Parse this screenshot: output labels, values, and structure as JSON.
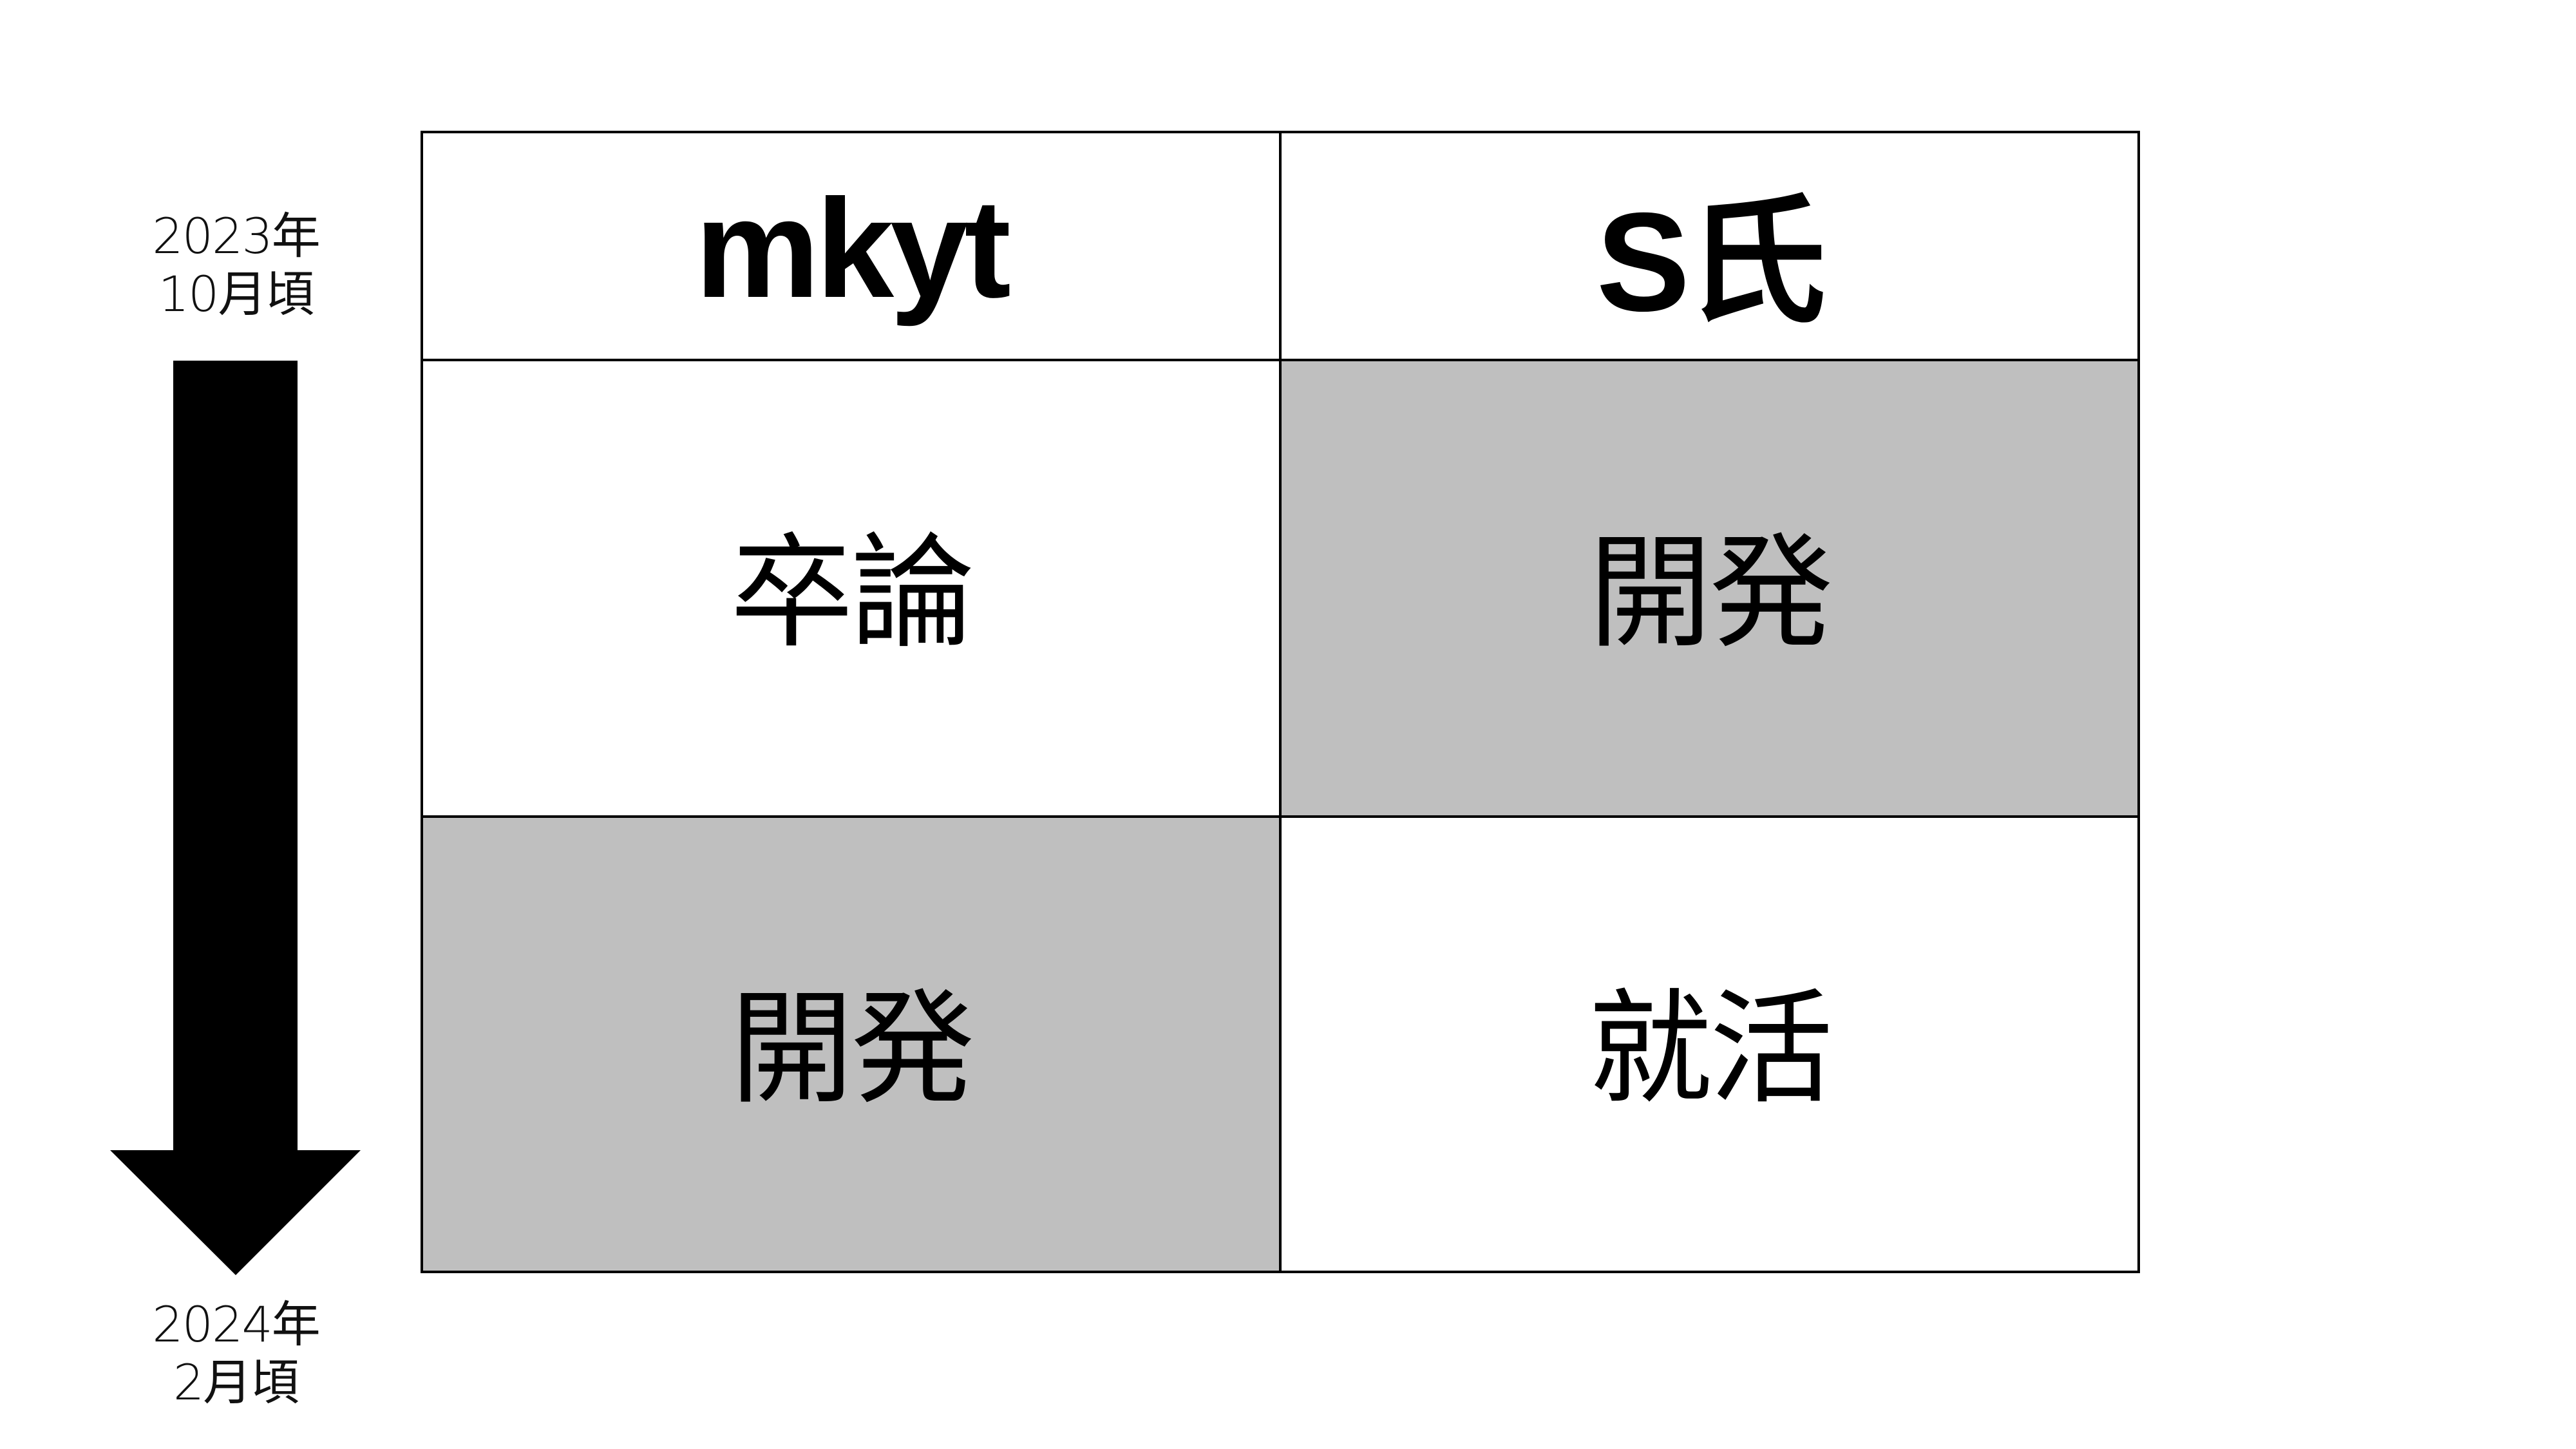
{
  "timeline": {
    "start": {
      "line1": "2023年",
      "line2": "10月頃"
    },
    "end": {
      "line1": "2024年",
      "line2": "2月頃"
    },
    "arrow": {
      "direction": "down",
      "color": "#000000"
    }
  },
  "table": {
    "headers": [
      "mkyt",
      "S氏"
    ],
    "rows": [
      [
        "卒論",
        "開発"
      ],
      [
        "開発",
        "就活"
      ]
    ],
    "shaded_color": "#bfbfbf",
    "shaded_cells": [
      [
        0,
        1
      ],
      [
        1,
        0
      ]
    ],
    "border_color": "#000000"
  }
}
